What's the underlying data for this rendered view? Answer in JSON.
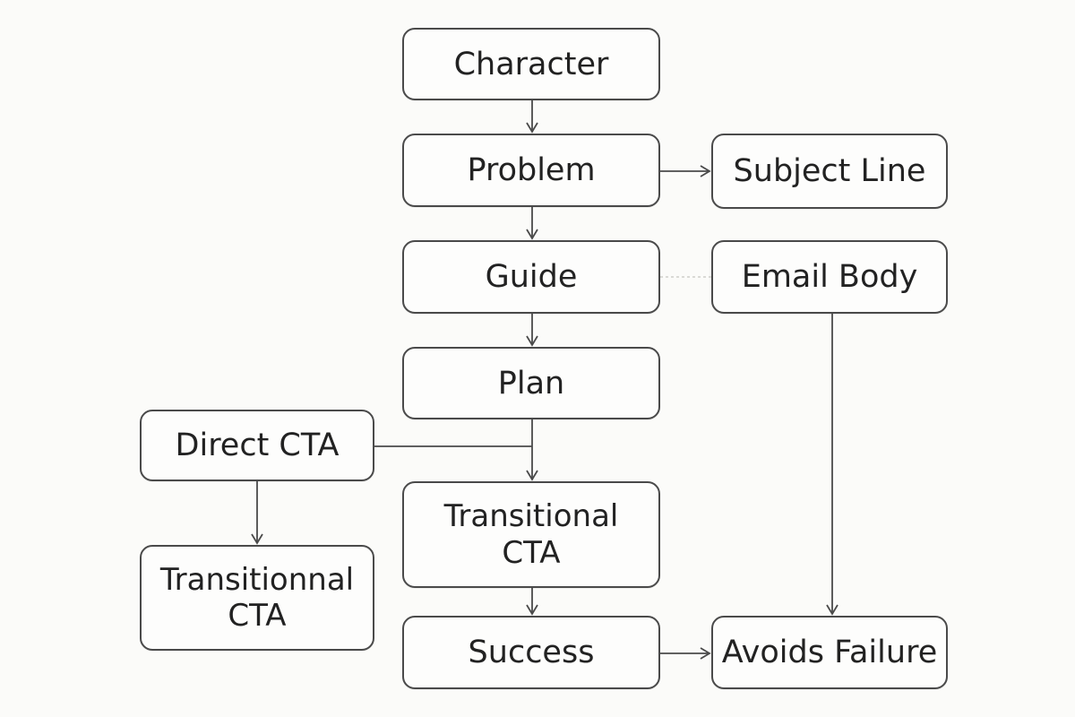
{
  "nodes": {
    "character": "Character",
    "problem": "Problem",
    "subject_line": "Subject Line",
    "guide": "Guide",
    "email_body": "Email Body",
    "plan": "Plan",
    "direct_cta": "Direct CTA",
    "transitional_cta": "Transitional\nCTA",
    "transitionnal_cta": "Transitionnal\nCTA",
    "success": "Success",
    "avoids_failure": "Avoids Failure"
  },
  "colors": {
    "stroke": "#4a4a4a",
    "background": "#fbfbf9",
    "text": "#222222"
  }
}
